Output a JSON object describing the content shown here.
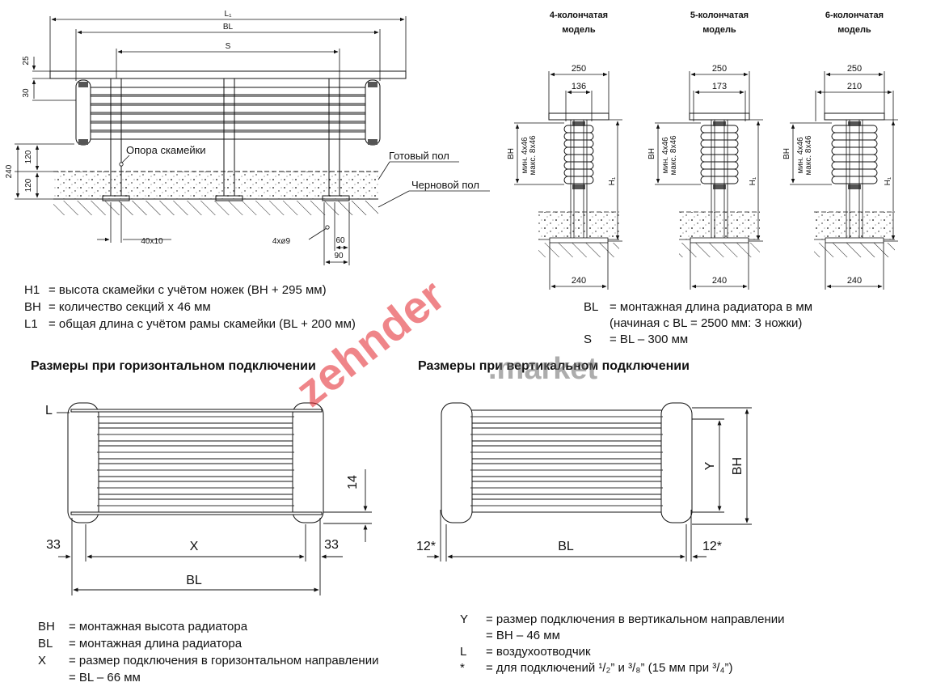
{
  "top_left": {
    "dims": {
      "L1": "L₁",
      "BL": "BL",
      "S": "S",
      "v25": "25",
      "v30": "30",
      "v120a": "120",
      "v120b": "120",
      "v240": "240",
      "v40x10": "40x10",
      "v4x9": "4xø9",
      "v60": "60",
      "v90": "90"
    },
    "labels": {
      "support": "Опора скамейки",
      "finished_floor": "Готовый пол",
      "rough_floor": "Черновой пол"
    }
  },
  "models": [
    {
      "title1": "4-колончатая",
      "title2": "модель",
      "w_top": "250",
      "w_inner": "136",
      "w_base": "240",
      "bh": "BH",
      "min": "мин. 4x46",
      "max": "макс. 8x46",
      "h1": "H₁"
    },
    {
      "title1": "5-колончатая",
      "title2": "модель",
      "w_top": "250",
      "w_inner": "173",
      "w_base": "240",
      "bh": "BH",
      "min": "мин. 4x46",
      "max": "макс. 8x46",
      "h1": "H₁"
    },
    {
      "title1": "6-колончатая",
      "title2": "модель",
      "w_top": "250",
      "w_inner": "210",
      "w_base": "240",
      "bh": "BH",
      "min": "мин. 4x46",
      "max": "макс. 8x46",
      "h1": "H₁"
    }
  ],
  "legend_top_left": [
    {
      "key": "H1",
      "text": "=  высота скамейки с учётом ножек (BH + 295 мм)"
    },
    {
      "key": "BH",
      "text": "=  количество секций x 46 мм"
    },
    {
      "key": "L1",
      "text": "=  общая длина с учётом рамы скамейки (BL + 200 мм)"
    }
  ],
  "legend_top_right": [
    {
      "key": "BL",
      "text": "=  монтажная длина радиатора в мм"
    },
    {
      "key": "",
      "text": "(начиная с BL = 2500 мм: 3 ножки)"
    },
    {
      "key": "S",
      "text": "=  BL – 300 мм"
    }
  ],
  "headings": {
    "horizontal": "Размеры при горизонтальном подключении",
    "vertical": "Размеры при вертикальном подключении"
  },
  "horizontal_dims": {
    "L": "L",
    "d14": "14",
    "d33a": "33",
    "d33b": "33",
    "X": "X",
    "BL": "BL"
  },
  "vertical_dims": {
    "Y": "Y",
    "BH": "BH",
    "d12a": "12*",
    "d12b": "12*",
    "BL": "BL"
  },
  "legend_bottom_left": [
    {
      "key": "BH",
      "text": "=  монтажная высота радиатора"
    },
    {
      "key": "BL",
      "text": "=  монтажная длина радиатора"
    },
    {
      "key": "X",
      "text": "=  размер подключения в горизонтальном направлении"
    },
    {
      "key": "",
      "text": "=  BL – 66 мм"
    }
  ],
  "legend_bottom_right": [
    {
      "key": "Y",
      "text": "=  размер подключения в вертикальном направлении"
    },
    {
      "key": "",
      "text": "=  BH – 46 мм"
    },
    {
      "key": "L",
      "text": "=  воздухоотводчик"
    },
    {
      "key": "*",
      "text": "=  для подключений ¹/₂” и ³/₈” (15 мм при ³/₄”)"
    }
  ],
  "watermark": {
    "brand": "zehnder",
    "suffix": ".market",
    "brand_color": "#e2232a",
    "suffix_color": "#6b6b6b"
  }
}
